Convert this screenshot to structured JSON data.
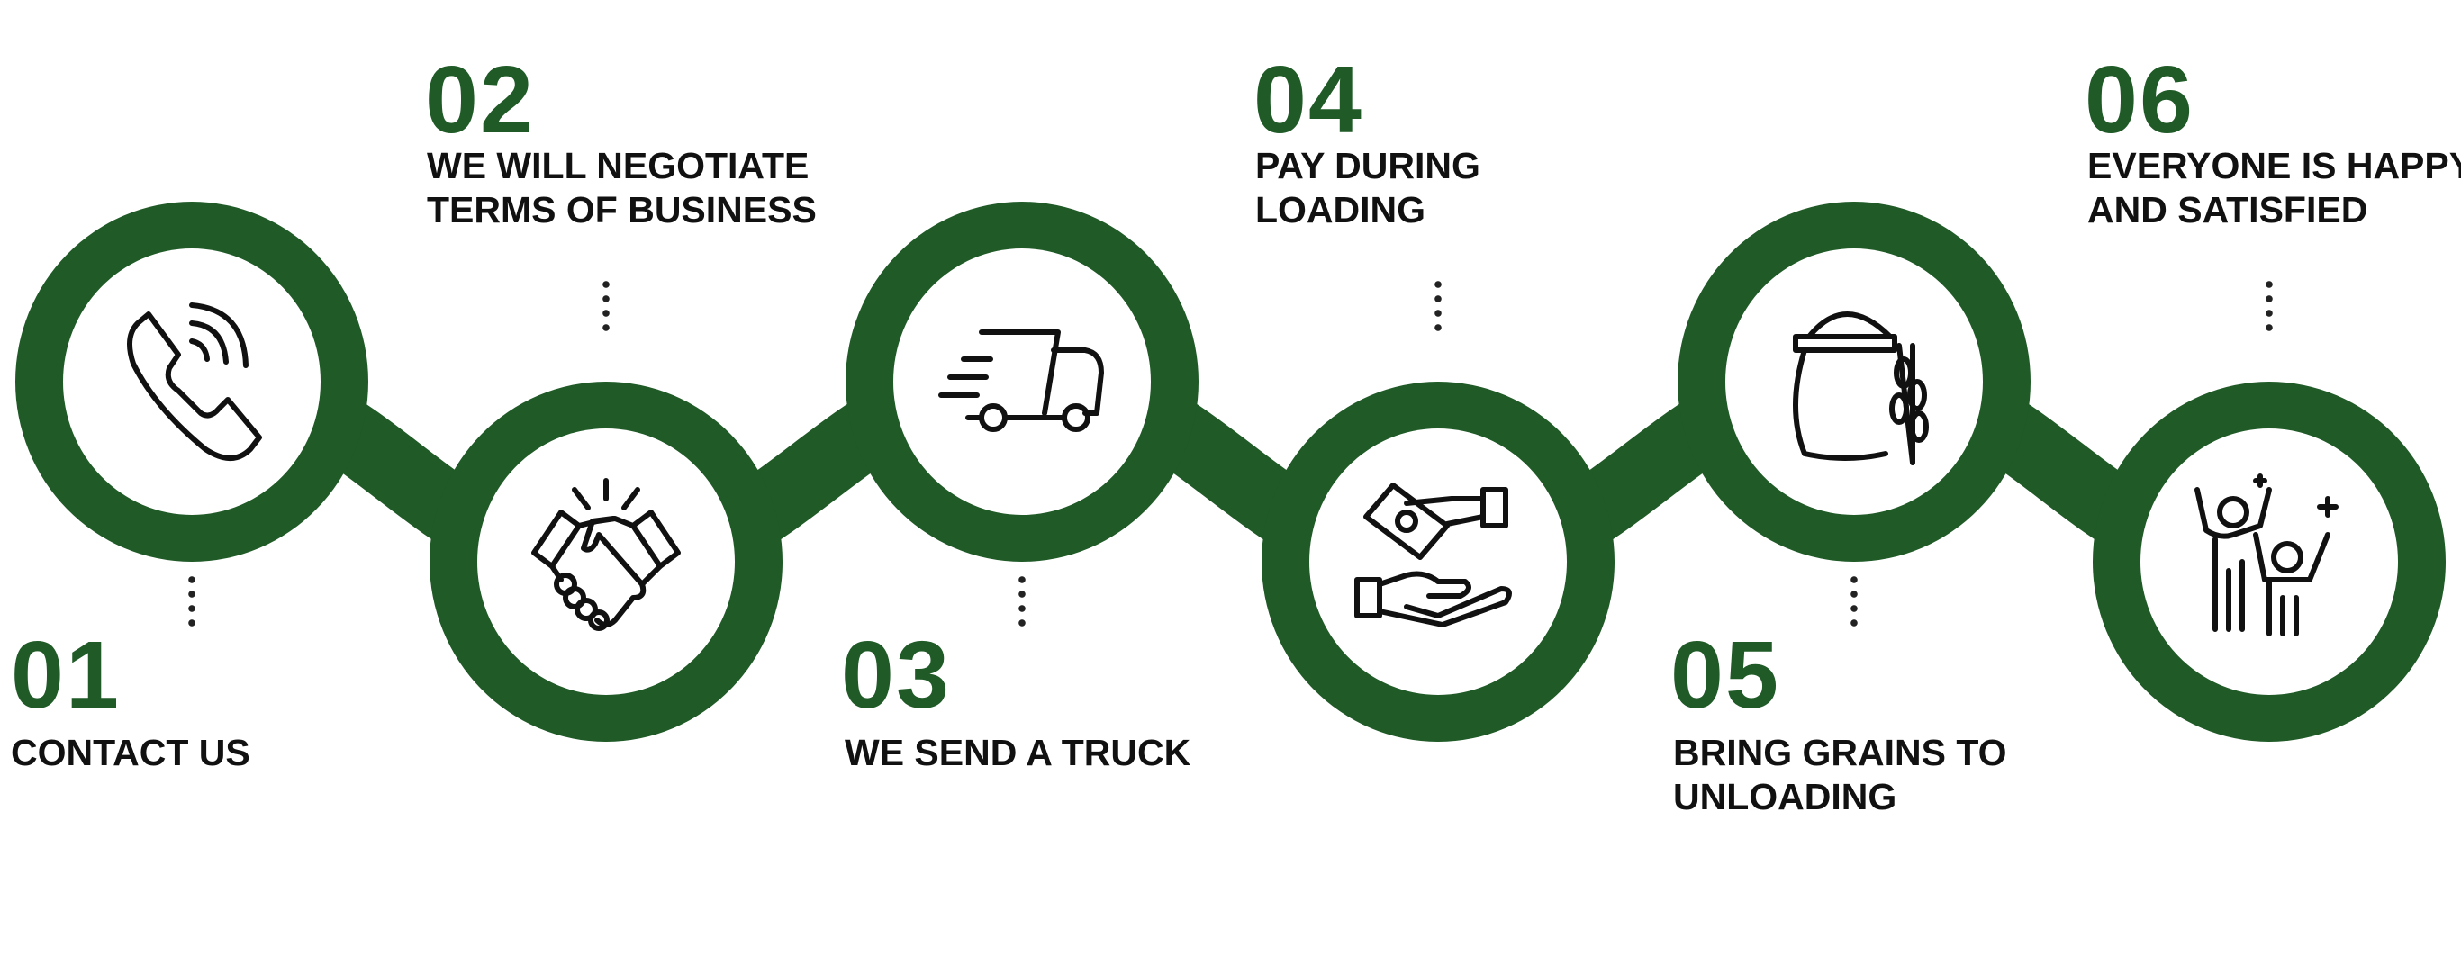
{
  "colors": {
    "accent": "#1f5a27",
    "text": "#111111"
  },
  "steps": [
    {
      "number": "01",
      "label_lines": [
        "CONTACT US"
      ],
      "icon": "phone-icon"
    },
    {
      "number": "02",
      "label_lines": [
        "WE WILL NEGOTIATE",
        "TERMS OF BUSINESS"
      ],
      "icon": "handshake-icon"
    },
    {
      "number": "03",
      "label_lines": [
        "WE SEND A TRUCK"
      ],
      "icon": "truck-icon"
    },
    {
      "number": "04",
      "label_lines": [
        "PAY DURING",
        "LOADING"
      ],
      "icon": "payment-icon"
    },
    {
      "number": "05",
      "label_lines": [
        "BRING GRAINS TO",
        "UNLOADING"
      ],
      "icon": "grain-sack-icon"
    },
    {
      "number": "06",
      "label_lines": [
        "EVERYONE IS HAPPY",
        "AND SATISFIED"
      ],
      "icon": "happy-people-icon"
    }
  ]
}
